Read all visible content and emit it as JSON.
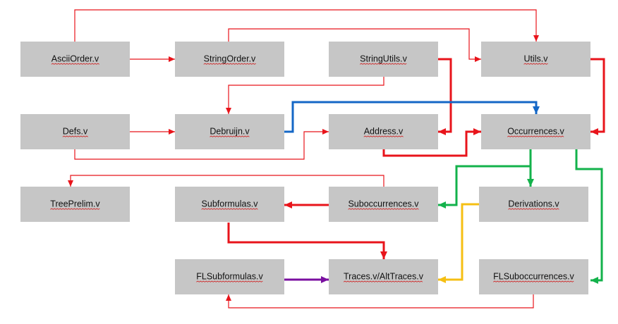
{
  "colors": {
    "box": "#c6c6c6",
    "red": "#e8141b",
    "blue": "#1467c6",
    "green": "#13b24b",
    "yellow": "#f5bf13",
    "purple": "#7a0fa0"
  },
  "nodes": [
    {
      "id": "ascii-order",
      "label": "AsciiOrder.v"
    },
    {
      "id": "string-order",
      "label": "StringOrder.v"
    },
    {
      "id": "string-utils",
      "label": "StringUtils.v"
    },
    {
      "id": "utils",
      "label": "Utils.v"
    },
    {
      "id": "defs",
      "label": "Defs.v"
    },
    {
      "id": "debruijn",
      "label": "Debruijn.v"
    },
    {
      "id": "address",
      "label": "Address.v"
    },
    {
      "id": "occurrences",
      "label": "Occurrences.v"
    },
    {
      "id": "tree-prelim",
      "label": "TreePrelim.v"
    },
    {
      "id": "subformulas",
      "label": "Subformulas.v"
    },
    {
      "id": "suboccurrences",
      "label": "Suboccurrences.v"
    },
    {
      "id": "derivations",
      "label": "Derivations.v"
    },
    {
      "id": "fl-subformulas",
      "label": "FLSubformulas.v"
    },
    {
      "id": "traces",
      "label": "Traces.v/AltTraces.v"
    },
    {
      "id": "fl-suboccurrences",
      "label": "FLSuboccurrences.v"
    }
  ],
  "edges": [
    {
      "from": "ascii-order",
      "to": "utils",
      "color": "red",
      "weight": "thin"
    },
    {
      "from": "ascii-order",
      "to": "string-order",
      "color": "red",
      "weight": "thin"
    },
    {
      "from": "string-order",
      "to": "utils",
      "color": "red",
      "weight": "thin"
    },
    {
      "from": "string-utils",
      "to": "address",
      "color": "red",
      "weight": "thick"
    },
    {
      "from": "string-utils",
      "to": "debruijn",
      "color": "red",
      "weight": "thin"
    },
    {
      "from": "utils",
      "to": "occurrences",
      "color": "red",
      "weight": "thick"
    },
    {
      "from": "defs",
      "to": "debruijn",
      "color": "red",
      "weight": "thin"
    },
    {
      "from": "defs",
      "to": "address",
      "color": "red",
      "weight": "thin"
    },
    {
      "from": "debruijn",
      "to": "occurrences",
      "color": "blue",
      "weight": "thick"
    },
    {
      "from": "address",
      "to": "occurrences",
      "color": "red",
      "weight": "thick"
    },
    {
      "from": "occurrences",
      "to": "suboccurrences",
      "color": "green",
      "weight": "thick"
    },
    {
      "from": "occurrences",
      "to": "derivations",
      "color": "green",
      "weight": "thick"
    },
    {
      "from": "occurrences",
      "to": "fl-suboccurrences",
      "color": "green",
      "weight": "thick"
    },
    {
      "from": "suboccurrences",
      "to": "tree-prelim",
      "color": "red",
      "weight": "thin"
    },
    {
      "from": "suboccurrences",
      "to": "subformulas",
      "color": "red",
      "weight": "thick"
    },
    {
      "from": "subformulas",
      "to": "traces",
      "color": "red",
      "weight": "thick"
    },
    {
      "from": "derivations",
      "to": "traces",
      "color": "yellow",
      "weight": "thick"
    },
    {
      "from": "fl-subformulas",
      "to": "traces",
      "color": "purple",
      "weight": "thick"
    },
    {
      "from": "fl-suboccurrences",
      "to": "fl-subformulas",
      "color": "red",
      "weight": "thin"
    }
  ]
}
